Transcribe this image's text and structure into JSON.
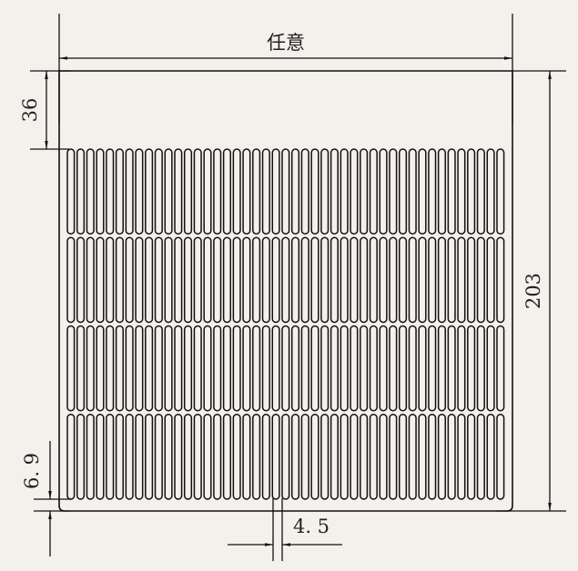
{
  "drawing": {
    "width_label": "任意",
    "height_label": "203",
    "top_margin_label": "36",
    "bottom_margin_label": "6. 9",
    "slot_pitch_label": "4. 5"
  },
  "pattern": {
    "rows": 4,
    "slots_per_row": 45
  },
  "colors": {
    "background": "#f4f0ec",
    "line": "#111111"
  }
}
